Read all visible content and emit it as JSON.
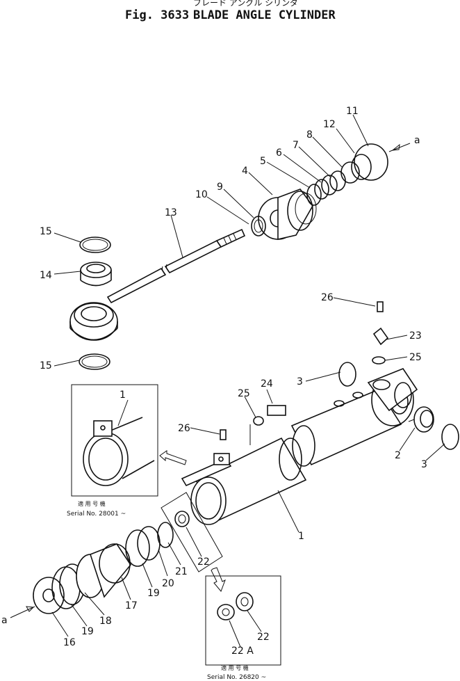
{
  "header": {
    "japanese_title": "ブレード アングル シリンダ",
    "figure_number": "Fig. 3633",
    "title": "BLADE ANGLE CYLINDER"
  },
  "parts": {
    "p1": "1",
    "p2": "2",
    "p3": "3",
    "p4": "4",
    "p5": "5",
    "p6": "6",
    "p7": "7",
    "p8": "8",
    "p9": "9",
    "p10": "10",
    "p11": "11",
    "p12": "12",
    "p13": "13",
    "p14": "14",
    "p15": "15",
    "p16": "16",
    "p17": "17",
    "p18": "18",
    "p19": "19",
    "p20": "20",
    "p21": "21",
    "p22": "22",
    "p22a": "22 A",
    "p23": "23",
    "p24": "24",
    "p25": "25",
    "p26": "26"
  },
  "connectors": {
    "a": "a"
  },
  "insets": {
    "serial_a": {
      "japanese": "適 用 号 機",
      "serial": "Serial No. 28001 ~"
    },
    "serial_b": {
      "japanese": "適 用 号 機",
      "serial": "Serial No. 26820 ~"
    }
  }
}
